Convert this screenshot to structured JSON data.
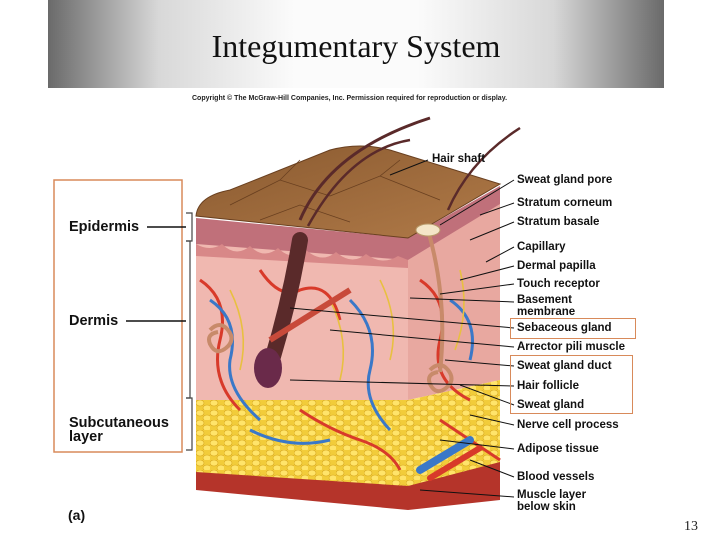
{
  "slide": {
    "title": "Integumentary System",
    "copyright": "Copyright © The McGraw-Hill Companies, Inc. Permission required for reproduction or display.",
    "slide_number": "13",
    "figure_tag": "(a)"
  },
  "layers": [
    {
      "id": "epidermis",
      "label": "Epidermis"
    },
    {
      "id": "dermis",
      "label": "Dermis"
    },
    {
      "id": "subcutaneous",
      "label": "Subcutaneous layer"
    }
  ],
  "structures": [
    {
      "id": "hair-shaft",
      "label": "Hair shaft"
    },
    {
      "id": "sweat-gland-pore",
      "label": "Sweat gland pore"
    },
    {
      "id": "stratum-corneum",
      "label": "Stratum corneum"
    },
    {
      "id": "stratum-basale",
      "label": "Stratum basale"
    },
    {
      "id": "capillary",
      "label": "Capillary"
    },
    {
      "id": "dermal-papilla",
      "label": "Dermal papilla"
    },
    {
      "id": "touch-receptor",
      "label": "Touch receptor"
    },
    {
      "id": "basement-membrane",
      "label": "Basement membrane"
    },
    {
      "id": "sebaceous-gland",
      "label": "Sebaceous gland"
    },
    {
      "id": "arrector-pili-muscle",
      "label": "Arrector pili muscle"
    },
    {
      "id": "sweat-gland-duct",
      "label": "Sweat gland duct"
    },
    {
      "id": "hair-follicle",
      "label": "Hair follicle"
    },
    {
      "id": "sweat-gland",
      "label": "Sweat gland"
    },
    {
      "id": "nerve-cell-process",
      "label": "Nerve cell process"
    },
    {
      "id": "adipose-tissue",
      "label": "Adipose tissue"
    },
    {
      "id": "blood-vessels",
      "label": "Blood vessels"
    },
    {
      "id": "muscle-layer-below-skin",
      "label": "Muscle layer below skin"
    }
  ],
  "colors": {
    "epidermis_top": "#9a6a3c",
    "epidermis_side": "#c0707a",
    "dermis": "#f0b8b0",
    "subcutaneous": "#f2cc3a",
    "muscle": "#b5342a",
    "artery": "#d83a2a",
    "vein": "#3a78c8",
    "nerve": "#e8c040",
    "hair": "#5a2a2a",
    "highlight_box": "#d88a5a"
  }
}
